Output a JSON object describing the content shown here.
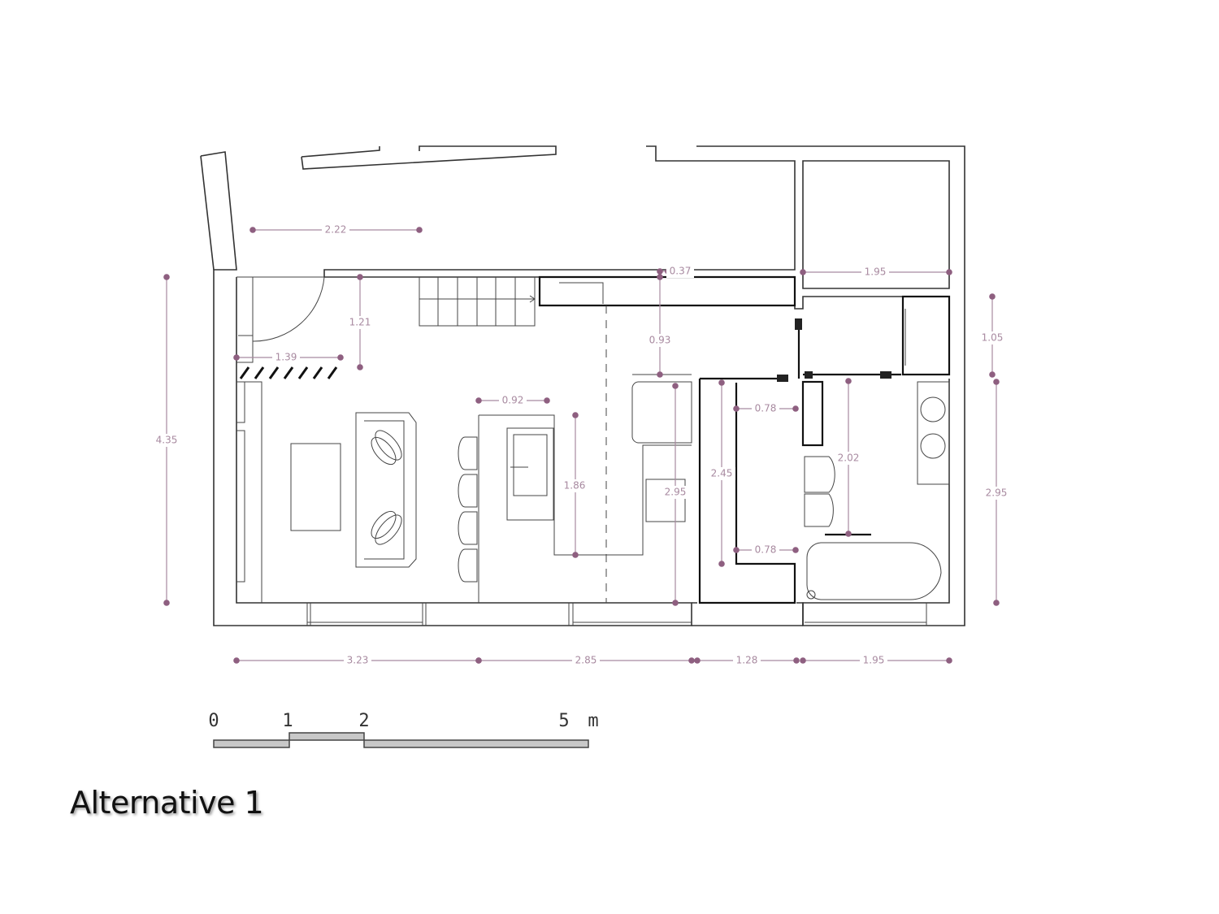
{
  "title": "Alternative 1",
  "dimensions": [
    "2.22",
    "0.37",
    "1.95",
    "4.35",
    "1.21",
    "1.39",
    "0.93",
    "1.05",
    "0.92",
    "0.78",
    "0.78",
    "1.86",
    "2.95",
    "2.45",
    "2.02",
    "2.95",
    "3.23",
    "2.85",
    "1.28",
    "1.95"
  ],
  "scale_bar": {
    "labels": [
      "0",
      "1",
      "2",
      "5"
    ],
    "unit": "m"
  },
  "colors": {
    "dimension": "#a88aa0",
    "dimension_dot": "#8e5f80",
    "walls": "#333333"
  }
}
